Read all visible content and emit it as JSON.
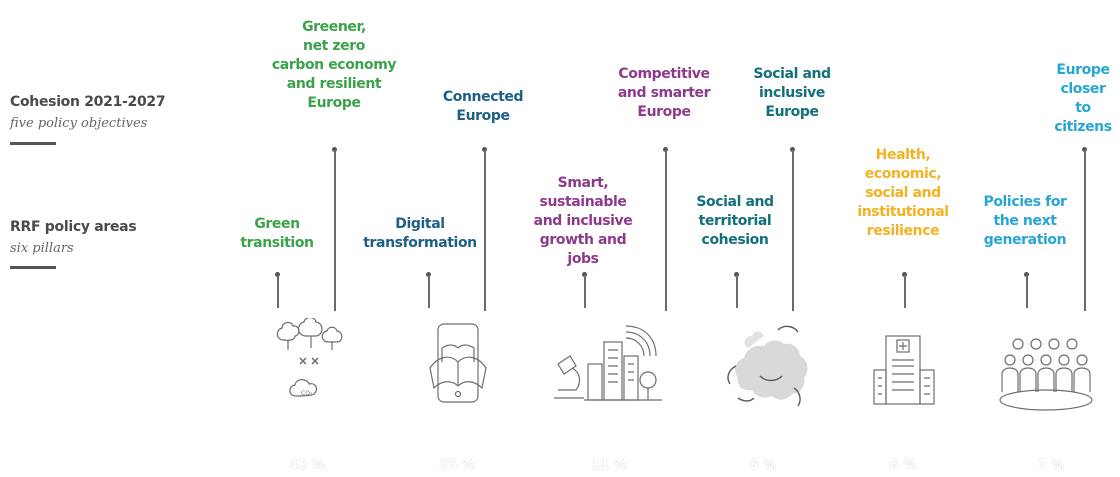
{
  "legend": {
    "cohesion_title": "Cohesion 2021-2027",
    "cohesion_sub": "five policy objectives",
    "rrf_title": "RRF policy areas",
    "rrf_sub": "six pillars"
  },
  "objectives": [
    {
      "label": "Greener,\nnet zero\ncarbon economy\nand resilient\nEurope",
      "color": "#3aa34a"
    },
    {
      "label": "Connected\nEurope",
      "color": "#1f5f86"
    },
    {
      "label": "Competitive\nand smarter\nEurope",
      "color": "#8e3a8c"
    },
    {
      "label": "Social and\ninclusive\nEurope",
      "color": "#12707c"
    },
    {
      "label": "Europe\ncloser to\ncitizens",
      "color": "#27a6d6"
    }
  ],
  "pillars": [
    {
      "label": "Green\ntransition",
      "color": "#3aa34a",
      "icon": "forest-co2-icon",
      "share": "42 %"
    },
    {
      "label": "Digital\ntransformation",
      "color": "#1f5f86",
      "icon": "tablet-book-icon",
      "share": "25 %"
    },
    {
      "label": "Smart,\nsustainable\nand inclusive\ngrowth and\njobs",
      "color": "#8e3a8c",
      "icon": "microscope-city-icon",
      "share": "11 %"
    },
    {
      "label": "Social and\nterritorial\ncohesion",
      "color": "#12707c",
      "icon": "europe-map-icon",
      "share": "8 %"
    },
    {
      "label": "Health,\neconomic,\nsocial and\ninstitutional\nresilience",
      "color": "#f2b221",
      "icon": "hospital-icon",
      "share": "6 %"
    },
    {
      "label": "Policies for\nthe next\ngeneration",
      "color": "#27a6d6",
      "icon": "people-group-icon",
      "share": "7 %"
    }
  ]
}
